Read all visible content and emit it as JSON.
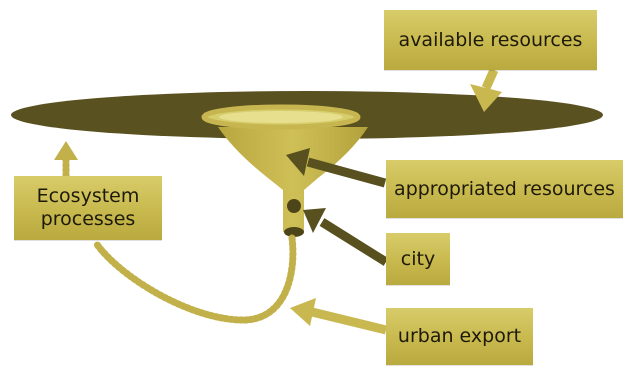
{
  "labels": {
    "available_resources": "available resources",
    "ecosystem_processes": "Ecosystem processes",
    "appropriated_resources": "appropriated resources",
    "city": "city",
    "urban_export": "urban export"
  },
  "colors": {
    "disk": "#5a5120",
    "disk_highlight": "#d6cd6c",
    "funnel": "#c6b44a",
    "dark_arrow": "#58501f",
    "light_arrow": "#c9b84f",
    "box": "#cdbe55"
  }
}
